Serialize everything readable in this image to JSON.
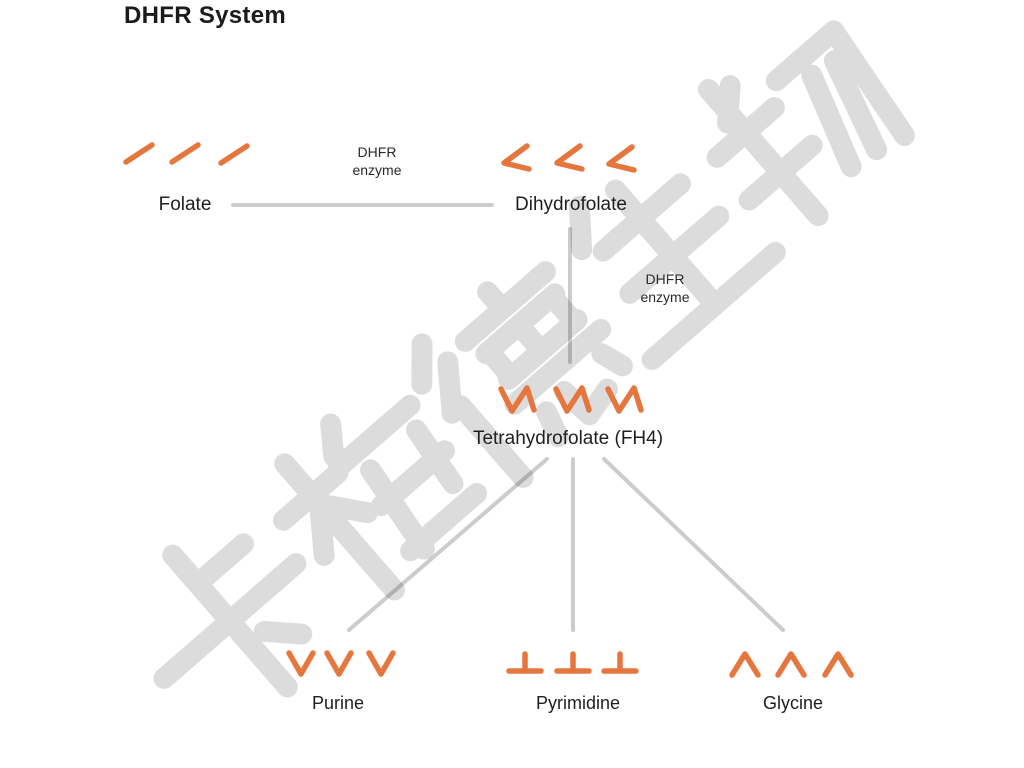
{
  "page": {
    "title": "DHFR System"
  },
  "watermark": {
    "text": "卡梅德生物"
  },
  "colors": {
    "accent_orange": "#E5763E",
    "connector_gray": "#CBCBCB",
    "watermark_gray": "#DCDCDC",
    "text_dark": "#1F1F1F"
  },
  "diagram": {
    "nodes": {
      "folate": {
        "label": "Folate",
        "mark_shape": "slash",
        "mark_count": 3
      },
      "dihydrofolate": {
        "label": "Dihydrofolate",
        "mark_shape": "open-angle",
        "mark_count": 3
      },
      "tetrahydrofolate": {
        "label": "Tetrahydrofolate (FH4)",
        "mark_shape": "zigzag",
        "mark_count": 3
      },
      "purine": {
        "label": "Purine",
        "mark_shape": "chevron-down",
        "mark_count": 3
      },
      "pyrimidine": {
        "label": "Pyrimidine",
        "mark_shape": "perpendicular",
        "mark_count": 3
      },
      "glycine": {
        "label": "Glycine",
        "mark_shape": "chevron-up",
        "mark_count": 3
      }
    },
    "enzyme_labels": [
      {
        "line1": "DHFR",
        "line2": "enzyme"
      },
      {
        "line1": "DHFR",
        "line2": "enzyme"
      }
    ],
    "connections": [
      {
        "from": "Folate",
        "to": "Dihydrofolate",
        "label": "DHFR enzyme"
      },
      {
        "from": "Dihydrofolate",
        "to": "Tetrahydrofolate (FH4)",
        "label": "DHFR enzyme"
      },
      {
        "from": "Tetrahydrofolate (FH4)",
        "to": "Purine"
      },
      {
        "from": "Tetrahydrofolate (FH4)",
        "to": "Pyrimidine"
      },
      {
        "from": "Tetrahydrofolate (FH4)",
        "to": "Glycine"
      }
    ]
  }
}
